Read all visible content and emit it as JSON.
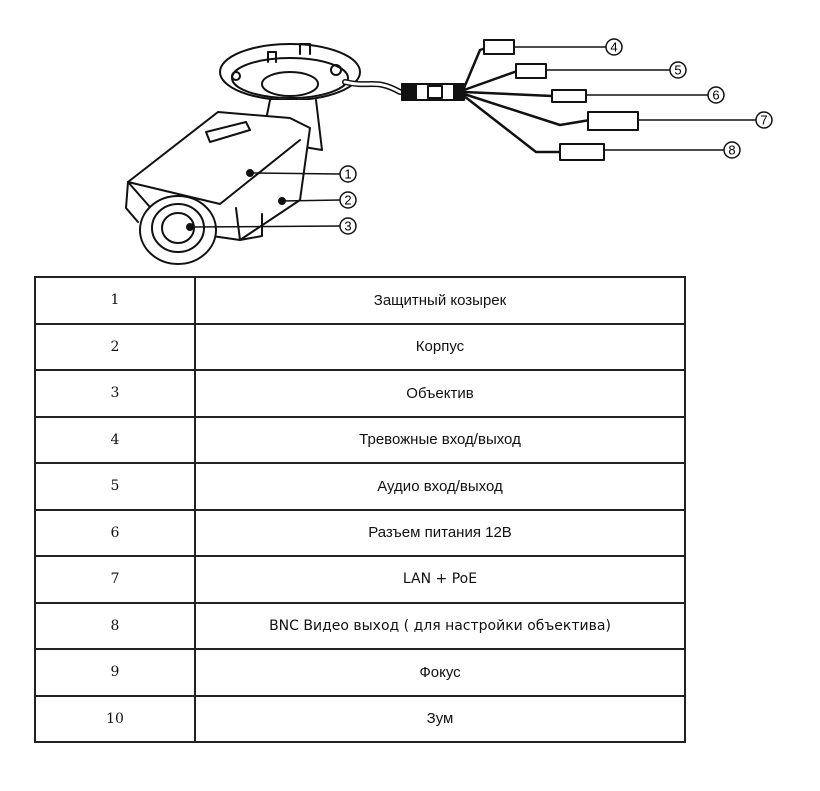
{
  "diagram": {
    "title": "Bullet camera parts diagram",
    "callouts": [
      "1",
      "2",
      "3",
      "4",
      "5",
      "6",
      "7",
      "8"
    ]
  },
  "legend_table": {
    "rows": [
      {
        "number": "1",
        "description": "Защитный  козырек"
      },
      {
        "number": "2",
        "description": "Корпус"
      },
      {
        "number": "3",
        "description": "Объектив"
      },
      {
        "number": "4",
        "description": "Тревожные  вход/выход"
      },
      {
        "number": "5",
        "description": "Аудио  вход/выход"
      },
      {
        "number": "6",
        "description": "Разъем  питания  12В"
      },
      {
        "number": "7",
        "description": "LAN + PoE"
      },
      {
        "number": "8",
        "description": "BNC Видео выход ( для настройки объектива)"
      },
      {
        "number": "9",
        "description": "Фокус"
      },
      {
        "number": "10",
        "description": "Зум"
      }
    ]
  }
}
